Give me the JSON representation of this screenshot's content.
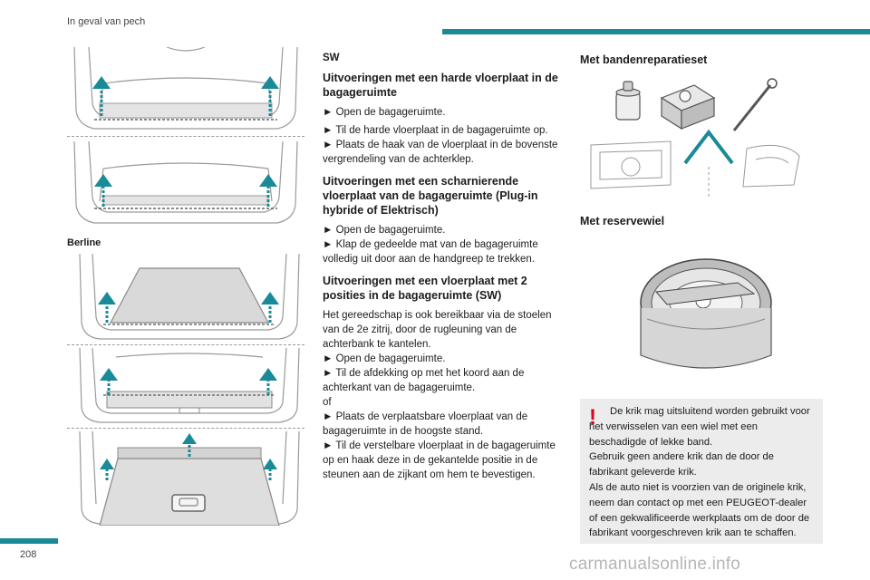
{
  "header": {
    "section_title": "In geval van pech"
  },
  "footer": {
    "page_number": "208",
    "watermark": "carmanualsonline.info"
  },
  "colors": {
    "accent": "#1a8a98",
    "warning": "#e3001b",
    "box": "#ececec"
  },
  "left": {
    "berline_label": "Berline"
  },
  "middle": {
    "sw_label": "SW",
    "sections": [
      {
        "heading": "Uitvoeringen met een harde vloerplaat in de bagageruimte",
        "lines": [
          "► Open de bagageruimte.",
          "► Til de harde vloerplaat in de bagageruimte op.",
          "► Plaats de haak van de vloerplaat in de bovenste vergrendeling van de achterklep."
        ]
      },
      {
        "heading": "Uitvoeringen met een scharnierende vloerplaat van de bagageruimte (Plug-in hybride of Elektrisch)",
        "lines": [
          "► Open de bagageruimte.",
          "► Klap de gedeelde mat van de bagageruimte volledig uit door aan de handgreep te trekken."
        ]
      },
      {
        "heading": "Uitvoeringen met een vloerplaat met 2 posities in de bagageruimte (SW)",
        "lines": [
          "Het gereedschap is ook bereikbaar via de stoelen van de 2e zitrij, door de rugleuning van de achterbank te kantelen.",
          "► Open de bagageruimte.",
          "► Til de afdekking op met het koord aan de achterkant van de bagageruimte.",
          "of",
          "► Plaats de verplaatsbare vloerplaat van de bagageruimte in de hoogste stand.",
          "► Til de verstelbare vloerplaat in de bagageruimte op en haak deze in de gekantelde positie in de steunen aan de zijkant om hem te bevestigen."
        ]
      }
    ]
  },
  "right": {
    "kit_heading": "Met bandenreparatieset",
    "spare_heading": "Met reservewiel",
    "warning_mark": "!",
    "warning_lines": [
      "De krik mag uitsluitend worden gebruikt voor het verwisselen van een wiel met een beschadigde of lekke band.",
      "Gebruik geen andere krik dan de door de fabrikant geleverde krik.",
      "Als de auto niet is voorzien van de originele krik, neem dan contact op met een PEUGEOT-dealer of een gekwalificeerde werkplaats om de door de fabrikant voorgeschreven krik aan te schaffen."
    ]
  }
}
